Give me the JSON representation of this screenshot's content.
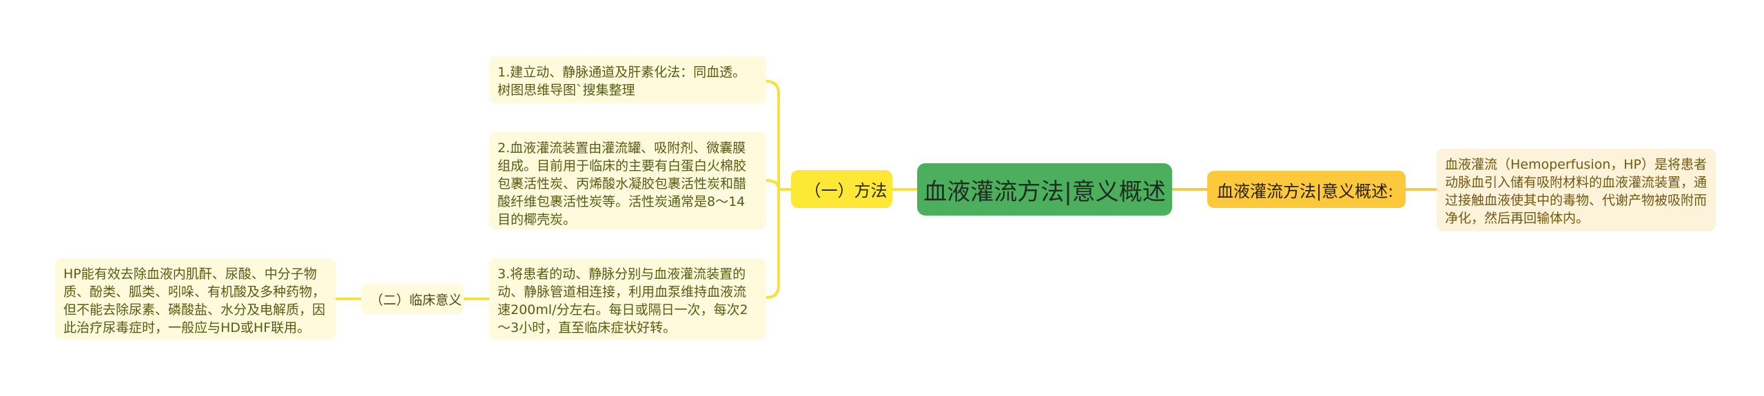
{
  "mindmap": {
    "root": {
      "label": "血液灌流方法|意义概述"
    },
    "right": {
      "branch": {
        "label": "血液灌流方法|意义概述:"
      },
      "leaf": {
        "text": "血液灌流（Hemoperfusion，HP）是将患者动脉血引入储有吸附材料的血液灌流装置，通过接触血液使其中的毒物、代谢产物被吸附而净化，然后再回输体内。"
      }
    },
    "left": {
      "branch": {
        "label": "（一）方法"
      },
      "leaves": [
        {
          "text": "1.建立动、静脉通道及肝素化法：同血透。树图思维导图`搜集整理"
        },
        {
          "text": "2.血液灌流装置由灌流罐、吸附剂、微囊膜组成。目前用于临床的主要有白蛋白火棉胶包裹活性炭、丙烯酸水凝胶包裹活性炭和醋酸纤维包裹活性炭等。活性炭通常是8～14目的椰壳炭。"
        },
        {
          "text": "3.将患者的动、静脉分别与血液灌流装置的动、静脉管道相连接，利用血泵维持血液流速200ml/分左右。每日或隔日一次，每次2～3小时，直至临床症状好转。"
        }
      ],
      "sub_branch": {
        "label": "（二）临床意义"
      },
      "sub_leaf": {
        "text": "HP能有效去除血液内肌酐、尿酸、中分子物质、酚类、胍类、吲哚、有机酸及多种药物，但不能去除尿素、磷酸盐、水分及电解质，因此治疗尿毒症时，一般应与HD或HF联用。"
      }
    },
    "colors": {
      "root": "#4caf5e",
      "branch_right": "#fcc93d",
      "branch_left": "#fde935",
      "leaf": "#fefadb",
      "leaf_right": "#fdf3da",
      "line_left": "#f5e23a",
      "line_right": "#f7c948"
    }
  }
}
